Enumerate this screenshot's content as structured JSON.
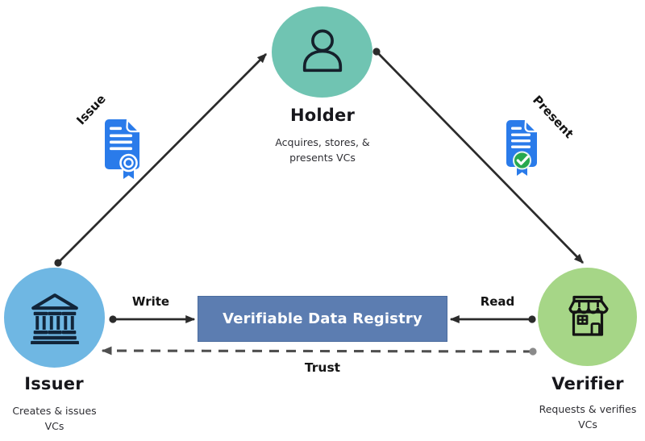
{
  "nodes": {
    "holder": {
      "label": "Holder",
      "desc_line1": "Acquires, stores, &",
      "desc_line2": "presents VCs",
      "circle_color": "#70C4B2",
      "icon": "person-icon"
    },
    "issuer": {
      "label": "Issuer",
      "desc_line1": "Creates & issues",
      "desc_line2": "VCs",
      "circle_color": "#6FB7E3",
      "icon": "bank-columns-icon"
    },
    "verifier": {
      "label": "Verifier",
      "desc_line1": "Requests & verifies",
      "desc_line2": "VCs",
      "circle_color": "#A6D687",
      "icon": "storefront-icon"
    }
  },
  "registry": {
    "label": "Verifiable Data Registry",
    "bg_color": "#5C7DB1",
    "text_color": "#FFFFFF"
  },
  "edges": {
    "issue": {
      "label": "Issue",
      "from": "Issuer",
      "to": "Holder",
      "line": "solid",
      "icon": "certificate-document-icon"
    },
    "present": {
      "label": "Present",
      "from": "Holder",
      "to": "Verifier",
      "line": "solid",
      "icon": "checked-document-icon"
    },
    "write": {
      "label": "Write",
      "from": "Issuer",
      "to": "Verifiable Data Registry",
      "line": "solid"
    },
    "read": {
      "label": "Read",
      "from": "Verifier",
      "to": "Verifiable Data Registry",
      "line": "solid"
    },
    "trust": {
      "label": "Trust",
      "from": "Verifier",
      "to": "Issuer",
      "line": "dashed"
    }
  },
  "colors": {
    "solid_line": "#2B2B2B",
    "dashed_line": "#4F4F4F",
    "document_blue": "#2A7BEA",
    "check_green": "#27A84E",
    "label_text": "#141414"
  }
}
